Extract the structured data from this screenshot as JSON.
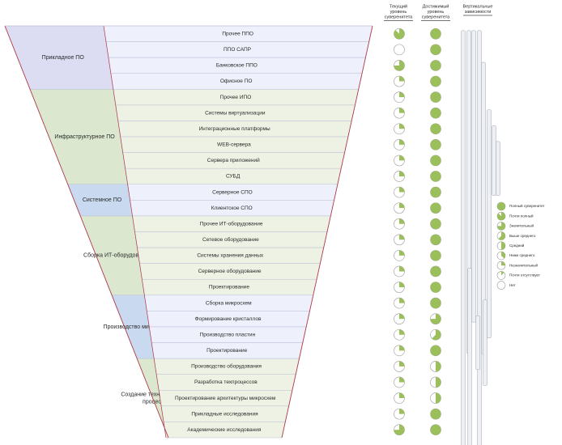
{
  "headers": {
    "current": [
      "Текущий",
      "уровень",
      "суверенитета"
    ],
    "target": [
      "Достижимый",
      "уровень",
      "суверенитета"
    ],
    "vertical": [
      "Вертикальные",
      "зависимости"
    ]
  },
  "colors": {
    "green": "#9bbf5b",
    "groups": [
      "#dcdcf3",
      "#dbe8cf",
      "#c9daf0",
      "#dbe8cf",
      "#c9daf0",
      "#dbe8cf"
    ],
    "rows": {
      "blue": "#eef0fb",
      "green": "#eef2e4"
    },
    "border": "#b8bfd6",
    "funnel": "#b03a48"
  },
  "groups": [
    {
      "label": [
        "Прикладное ПО"
      ],
      "color": 0,
      "rows": [
        {
          "label": "Прочее ППО",
          "current": 7,
          "target": 8
        },
        {
          "label": "ППО САПР",
          "current": 0,
          "target": 8
        },
        {
          "label": "Банковское ППО",
          "current": 6,
          "target": 8
        },
        {
          "label": "Офисное ПО",
          "current": 2,
          "target": 8
        }
      ]
    },
    {
      "label": [
        "Инфраструктурное ПО"
      ],
      "color": 1,
      "rows": [
        {
          "label": "Прочее ИПО",
          "current": 2,
          "target": 8
        },
        {
          "label": "Системы виртуализации",
          "current": 2,
          "target": 8
        },
        {
          "label": "Интеграционные платформы",
          "current": 2,
          "target": 8
        },
        {
          "label": "WEB-сервера",
          "current": 2,
          "target": 8
        },
        {
          "label": "Сервера приложений",
          "current": 2,
          "target": 8
        },
        {
          "label": "СУБД",
          "current": 2,
          "target": 8
        }
      ]
    },
    {
      "label": [
        "Системное ПО"
      ],
      "color": 2,
      "rows": [
        {
          "label": "Серверное СПО",
          "current": 2,
          "target": 8
        },
        {
          "label": "Клиентское СПО",
          "current": 2,
          "target": 8
        }
      ]
    },
    {
      "label": [
        "Сборка ИТ-оборудования"
      ],
      "color": 3,
      "rows": [
        {
          "label": "Прочее ИТ-оборудование",
          "current": 2,
          "target": 8
        },
        {
          "label": "Сетевое оборудование",
          "current": 2,
          "target": 8
        },
        {
          "label": "Системы хранения данных",
          "current": 2,
          "target": 8
        },
        {
          "label": "Серверное оборудование",
          "current": 2,
          "target": 8
        },
        {
          "label": "Проектирование",
          "current": 2,
          "target": 8
        }
      ]
    },
    {
      "label": [
        "Производство микросхем"
      ],
      "color": 4,
      "rows": [
        {
          "label": "Сборка микросхем",
          "current": 2,
          "target": 8
        },
        {
          "label": "Формирование кристаллов",
          "current": 2,
          "target": 6
        },
        {
          "label": "Производство пластин",
          "current": 2,
          "target": 5
        },
        {
          "label": "Проектирование",
          "current": 2,
          "target": 8
        }
      ]
    },
    {
      "label": [
        "Создание технологических",
        "процессов"
      ],
      "color": 5,
      "rows": [
        {
          "label": "Производство оборудования",
          "current": 2,
          "target": 4
        },
        {
          "label": "Разработка техпроцессов",
          "current": 2,
          "target": 4
        },
        {
          "label": "Проектирование архитектуры микросхем",
          "current": 2,
          "target": 4
        },
        {
          "label": "Прикладные исследования",
          "current": 2,
          "target": 8
        },
        {
          "label": "Академические исследования",
          "current": 6,
          "target": 8
        }
      ]
    }
  ],
  "legend": [
    {
      "label": "Полный суверенитет",
      "level": 8
    },
    {
      "label": "Почти полный",
      "level": 7
    },
    {
      "label": "Значительный",
      "level": 6
    },
    {
      "label": "Выше среднего",
      "level": 5
    },
    {
      "label": "Средний",
      "level": 4
    },
    {
      "label": "Ниже среднего",
      "level": 3
    },
    {
      "label": "Незначительный",
      "level": 2
    },
    {
      "label": "Почти отсутствует",
      "level": 1
    },
    {
      "label": "Нет",
      "level": 0
    }
  ],
  "dependencies": [
    {
      "from": 0,
      "to": 26
    },
    {
      "from": 0,
      "to": 20
    },
    {
      "from": 0,
      "to": 18
    },
    {
      "from": 0,
      "to": 26
    },
    {
      "from": 2,
      "to": 20
    },
    {
      "from": 5,
      "to": 19
    },
    {
      "from": 6,
      "to": 10
    },
    {
      "from": 7,
      "to": 10
    },
    {
      "from": 15,
      "to": 26
    },
    {
      "from": 18,
      "to": 21
    },
    {
      "from": 17,
      "to": 22
    }
  ]
}
